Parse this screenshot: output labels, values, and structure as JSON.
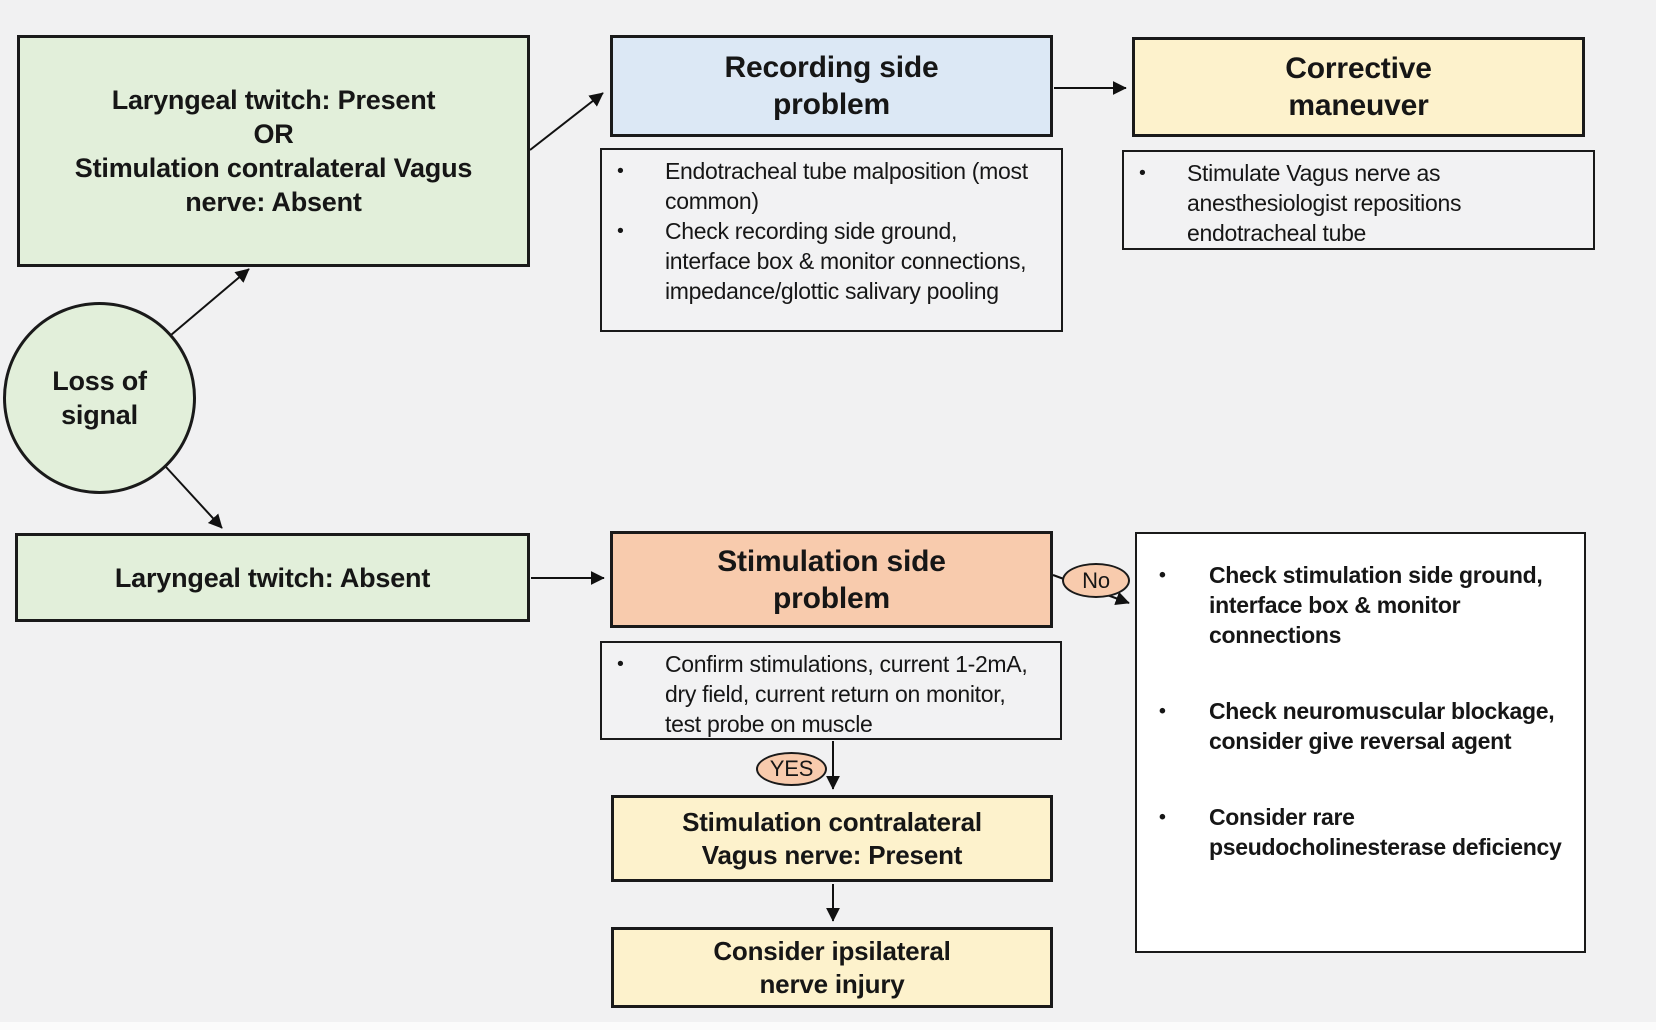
{
  "colors": {
    "background": "#f1f1f2",
    "green_fill": "#e2efda",
    "blue_fill": "#dce8f5",
    "yellow_fill": "#fdf2cc",
    "orange_fill": "#f8cbad",
    "gray_panel_fill": "#f2f2f3",
    "white_panel_fill": "#ffffff",
    "border": "#1a1a1a"
  },
  "nodes": {
    "loss_of_signal": {
      "label": "Loss of\nsignal"
    },
    "twitch_present_branch": {
      "label": "Laryngeal twitch: Present\nOR\nStimulation contralateral Vagus\nnerve: Absent"
    },
    "twitch_absent_branch": {
      "label": "Laryngeal twitch: Absent"
    },
    "recording_side_problem": {
      "title": "Recording side\nproblem",
      "bullets": [
        "Endotracheal tube malposition (most common)",
        "Check recording side ground, interface box & monitor connections, impedance/glottic salivary pooling"
      ]
    },
    "corrective_maneuver": {
      "title": "Corrective\nmaneuver",
      "bullets": [
        "Stimulate Vagus nerve as anesthesiologist repositions endotracheal tube"
      ]
    },
    "stimulation_side_problem": {
      "title": "Stimulation side\nproblem",
      "bullets": [
        "Confirm stimulations, current 1-2mA, dry field, current return on monitor, test probe on muscle"
      ]
    },
    "contralateral_vagus_present": {
      "label": "Stimulation contralateral\nVagus nerve: Present"
    },
    "ipsilateral_nerve_injury": {
      "label": "Consider ipsilateral\nnerve injury"
    },
    "no_branch_actions": {
      "bullets": [
        "Check stimulation side ground, interface box & monitor connections",
        "Check neuromuscular blockage, consider give reversal agent",
        "Consider rare pseudocholinesterase deficiency"
      ]
    }
  },
  "connectors": {
    "yes_label": "YES",
    "no_label": "No"
  }
}
